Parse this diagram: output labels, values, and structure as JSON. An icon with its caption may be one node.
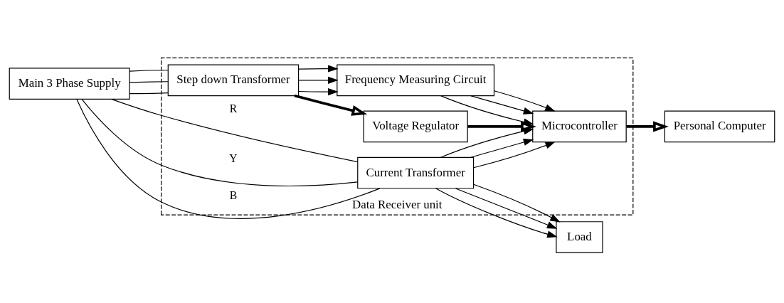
{
  "diagram": {
    "nodes": [
      {
        "text": [
          "Main 3 Phase Supply"
        ]
      },
      {
        "text": [
          "Data Receiver unit"
        ]
      },
      {
        "text": [
          "Current Transformer"
        ],
        "in": 1
      },
      {
        "text": [
          "Step down Transformer"
        ],
        "in": 1
      },
      {
        "text": [
          "Voltage Regulator"
        ],
        "in": 1
      },
      {
        "text": [
          "Microcontroller"
        ],
        "in": 1
      },
      {
        "text": [
          "Frequency Measuring Circuit"
        ],
        "in": 1
      },
      {
        "text": [
          "Load"
        ]
      },
      {
        "text": [
          "Personal Computer"
        ]
      }
    ],
    "edges": [
      {
        "from": 0,
        "to": 2,
        "arrow": "none",
        "label": "R"
      },
      {
        "from": 0,
        "to": 2,
        "arrow": "none",
        "label": "Y"
      },
      {
        "from": 0,
        "to": 2,
        "arrow": "none",
        "label": "B"
      },
      {
        "from": 0,
        "to": 3,
        "arrow": "none"
      },
      {
        "from": 0,
        "to": 3,
        "arrow": "none"
      },
      {
        "from": 0,
        "to": 3,
        "arrow": "none"
      },
      {
        "from": 2,
        "to": 7,
        "arrow": "to"
      },
      {
        "from": 2,
        "to": 7,
        "arrow": "to"
      },
      {
        "from": 2,
        "to": 7,
        "arrow": "to"
      },
      {
        "from": 2,
        "to": 5,
        "arrow": "to"
      },
      {
        "from": 2,
        "to": 5,
        "arrow": "to"
      },
      {
        "from": 2,
        "to": 5,
        "arrow": "to"
      },
      {
        "from": 3,
        "to": 4,
        "arrow": "to",
        "style": "thick"
      },
      {
        "from": 4,
        "to": 5,
        "arrow": "to",
        "style": "thick"
      },
      {
        "from": 5,
        "to": 8,
        "arrow": "to",
        "style": "thick"
      },
      {
        "from": 3,
        "to": 6,
        "arrow": "to"
      },
      {
        "from": 3,
        "to": 6,
        "arrow": "to"
      },
      {
        "from": 3,
        "to": 6,
        "arrow": "to"
      },
      {
        "from": 6,
        "to": 5,
        "arrow": "to"
      },
      {
        "from": 6,
        "to": 5,
        "arrow": "to"
      },
      {
        "from": 6,
        "to": 5,
        "arrow": "to"
      }
    ]
  }
}
